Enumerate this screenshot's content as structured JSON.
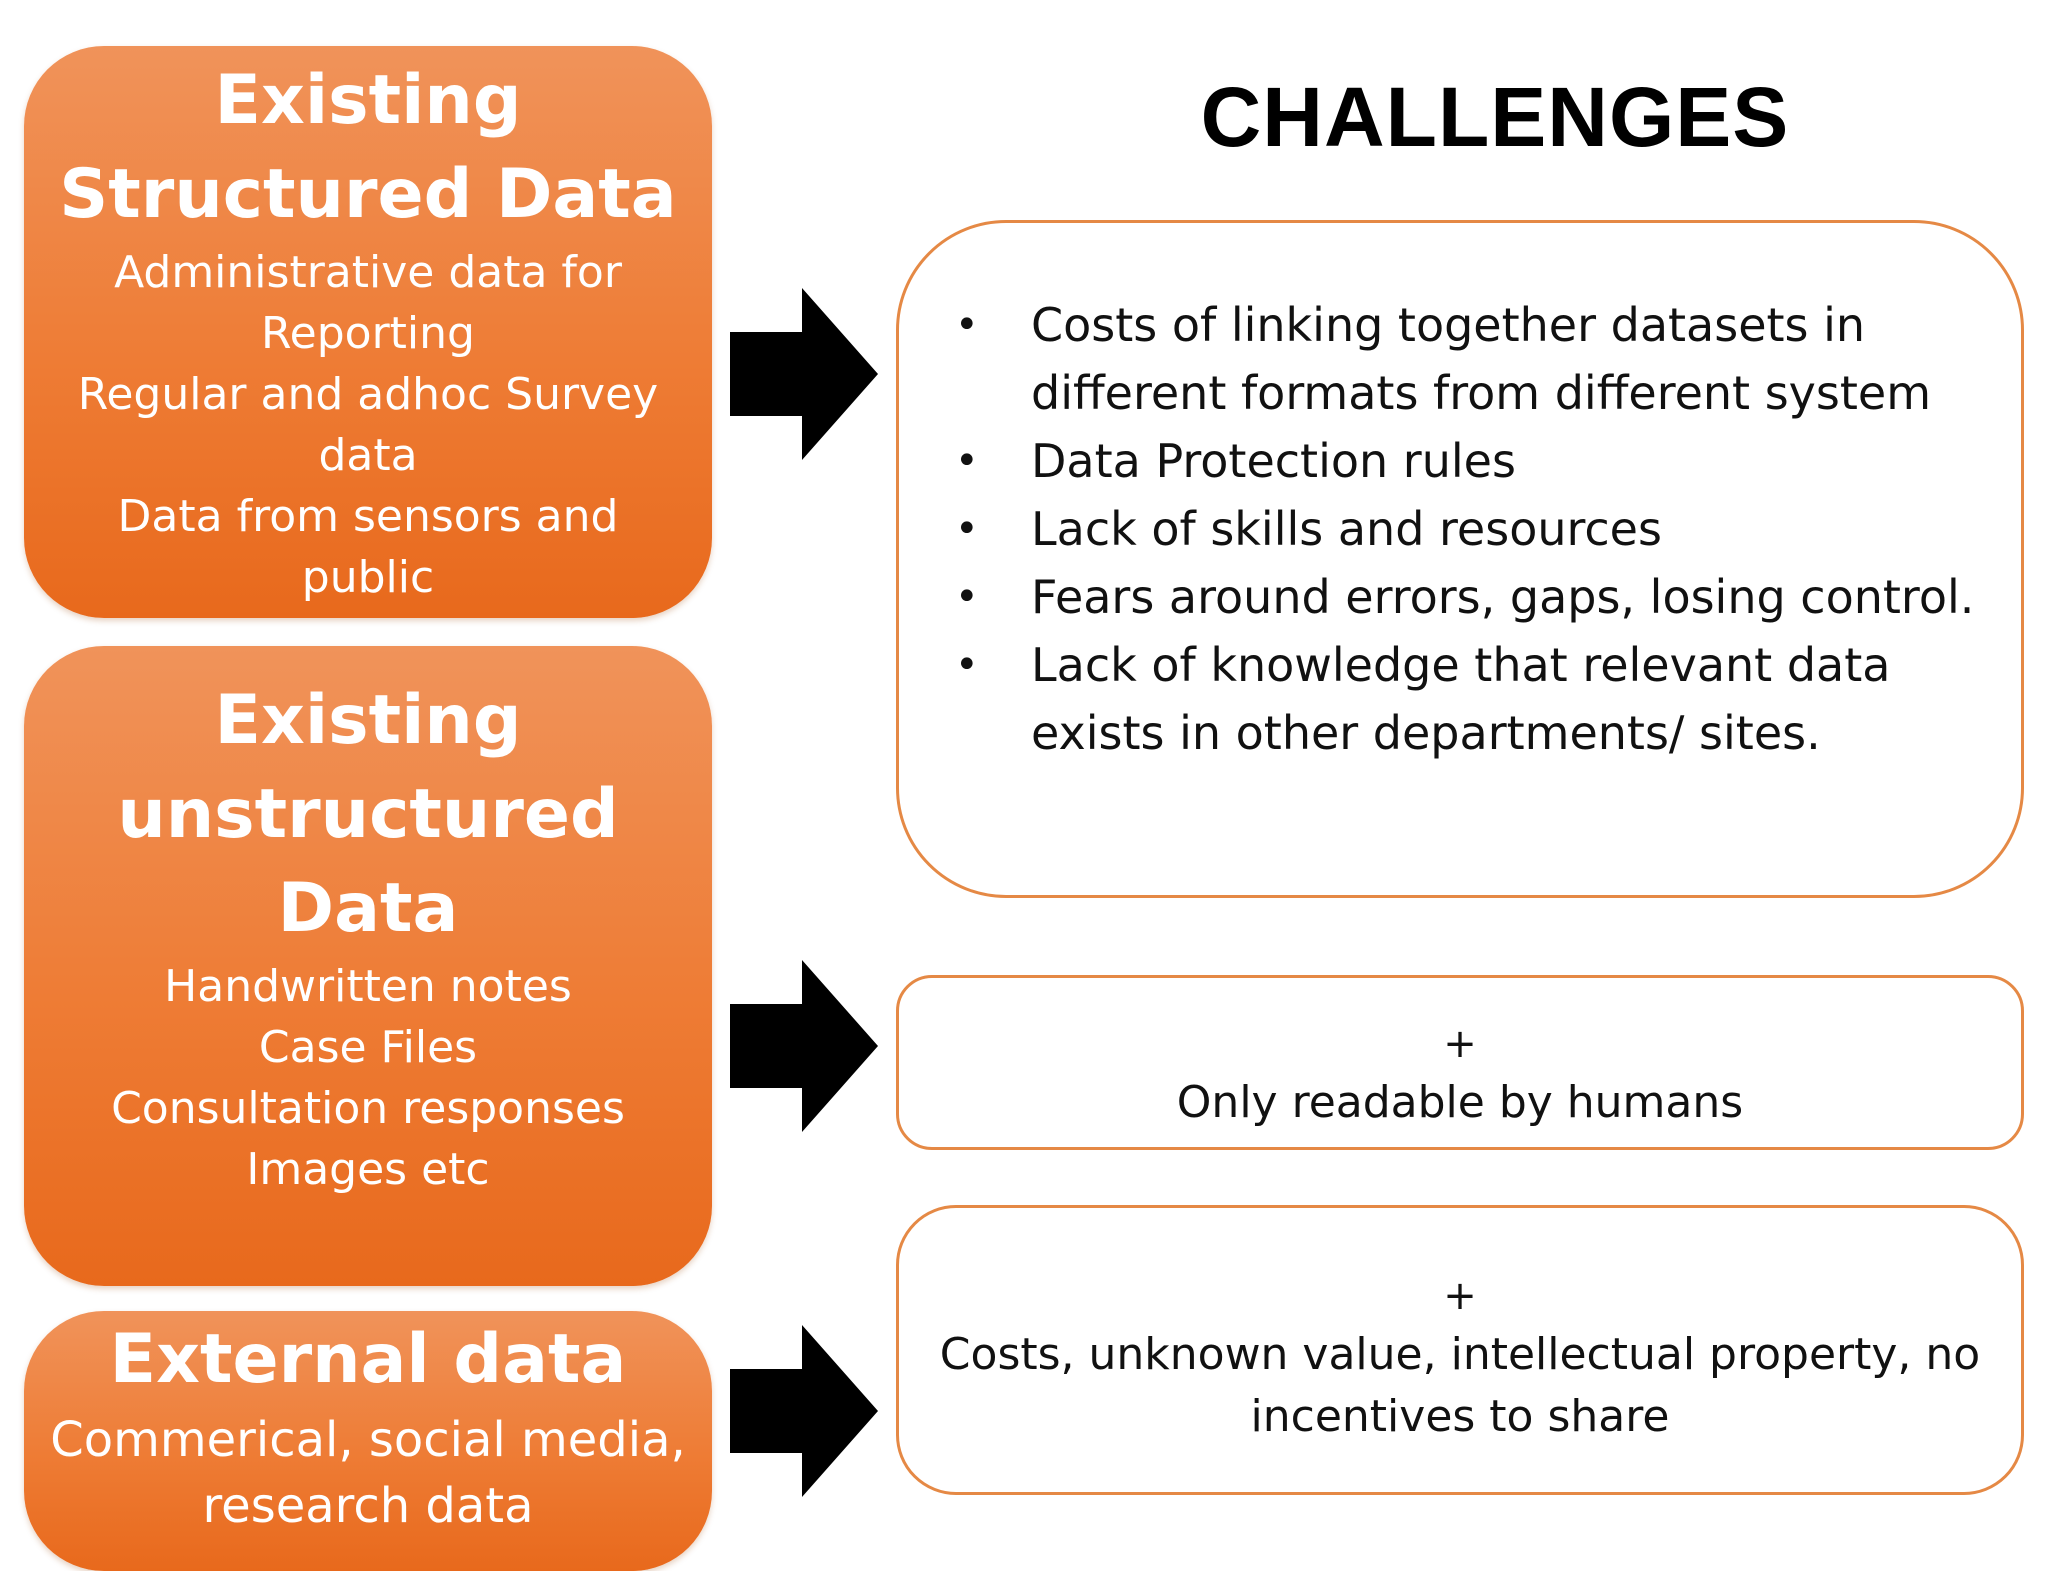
{
  "sources": {
    "structured": {
      "title_lines": [
        "Existing",
        "Structured Data"
      ],
      "lines": [
        "Administrative data for",
        "Reporting",
        "Regular and adhoc Survey",
        "data",
        "Data from sensors and",
        "public"
      ]
    },
    "unstructured": {
      "title_lines": [
        "Existing",
        "unstructured",
        "Data"
      ],
      "lines": [
        "Handwritten notes",
        "Case Files",
        "Consultation responses",
        "Images etc"
      ]
    },
    "external": {
      "title_lines": [
        "External data"
      ],
      "lines": [
        "Commerical, social media,",
        "research data"
      ]
    }
  },
  "challenges": {
    "title": "CHALLENGES",
    "bullet_glyph": "•",
    "main_items": [
      [
        "Costs of linking together datasets in",
        "different formats from different system"
      ],
      [
        "Data Protection rules"
      ],
      [
        "Lack of skills and resources"
      ],
      [
        "Fears around errors, gaps, losing control."
      ],
      [
        "Lack of knowledge that relevant data",
        "exists in other departments/ sites."
      ]
    ],
    "human": {
      "plus": "+",
      "text": "Only readable by humans"
    },
    "external": {
      "plus": "+",
      "text_lines": [
        "Costs, unknown value, intellectual property, no",
        "incentives to share"
      ]
    }
  },
  "colors": {
    "source_box_top": "#f0935a",
    "source_box_bottom": "#e8691c",
    "challenge_border": "#e58945",
    "arrow": "#000000"
  }
}
